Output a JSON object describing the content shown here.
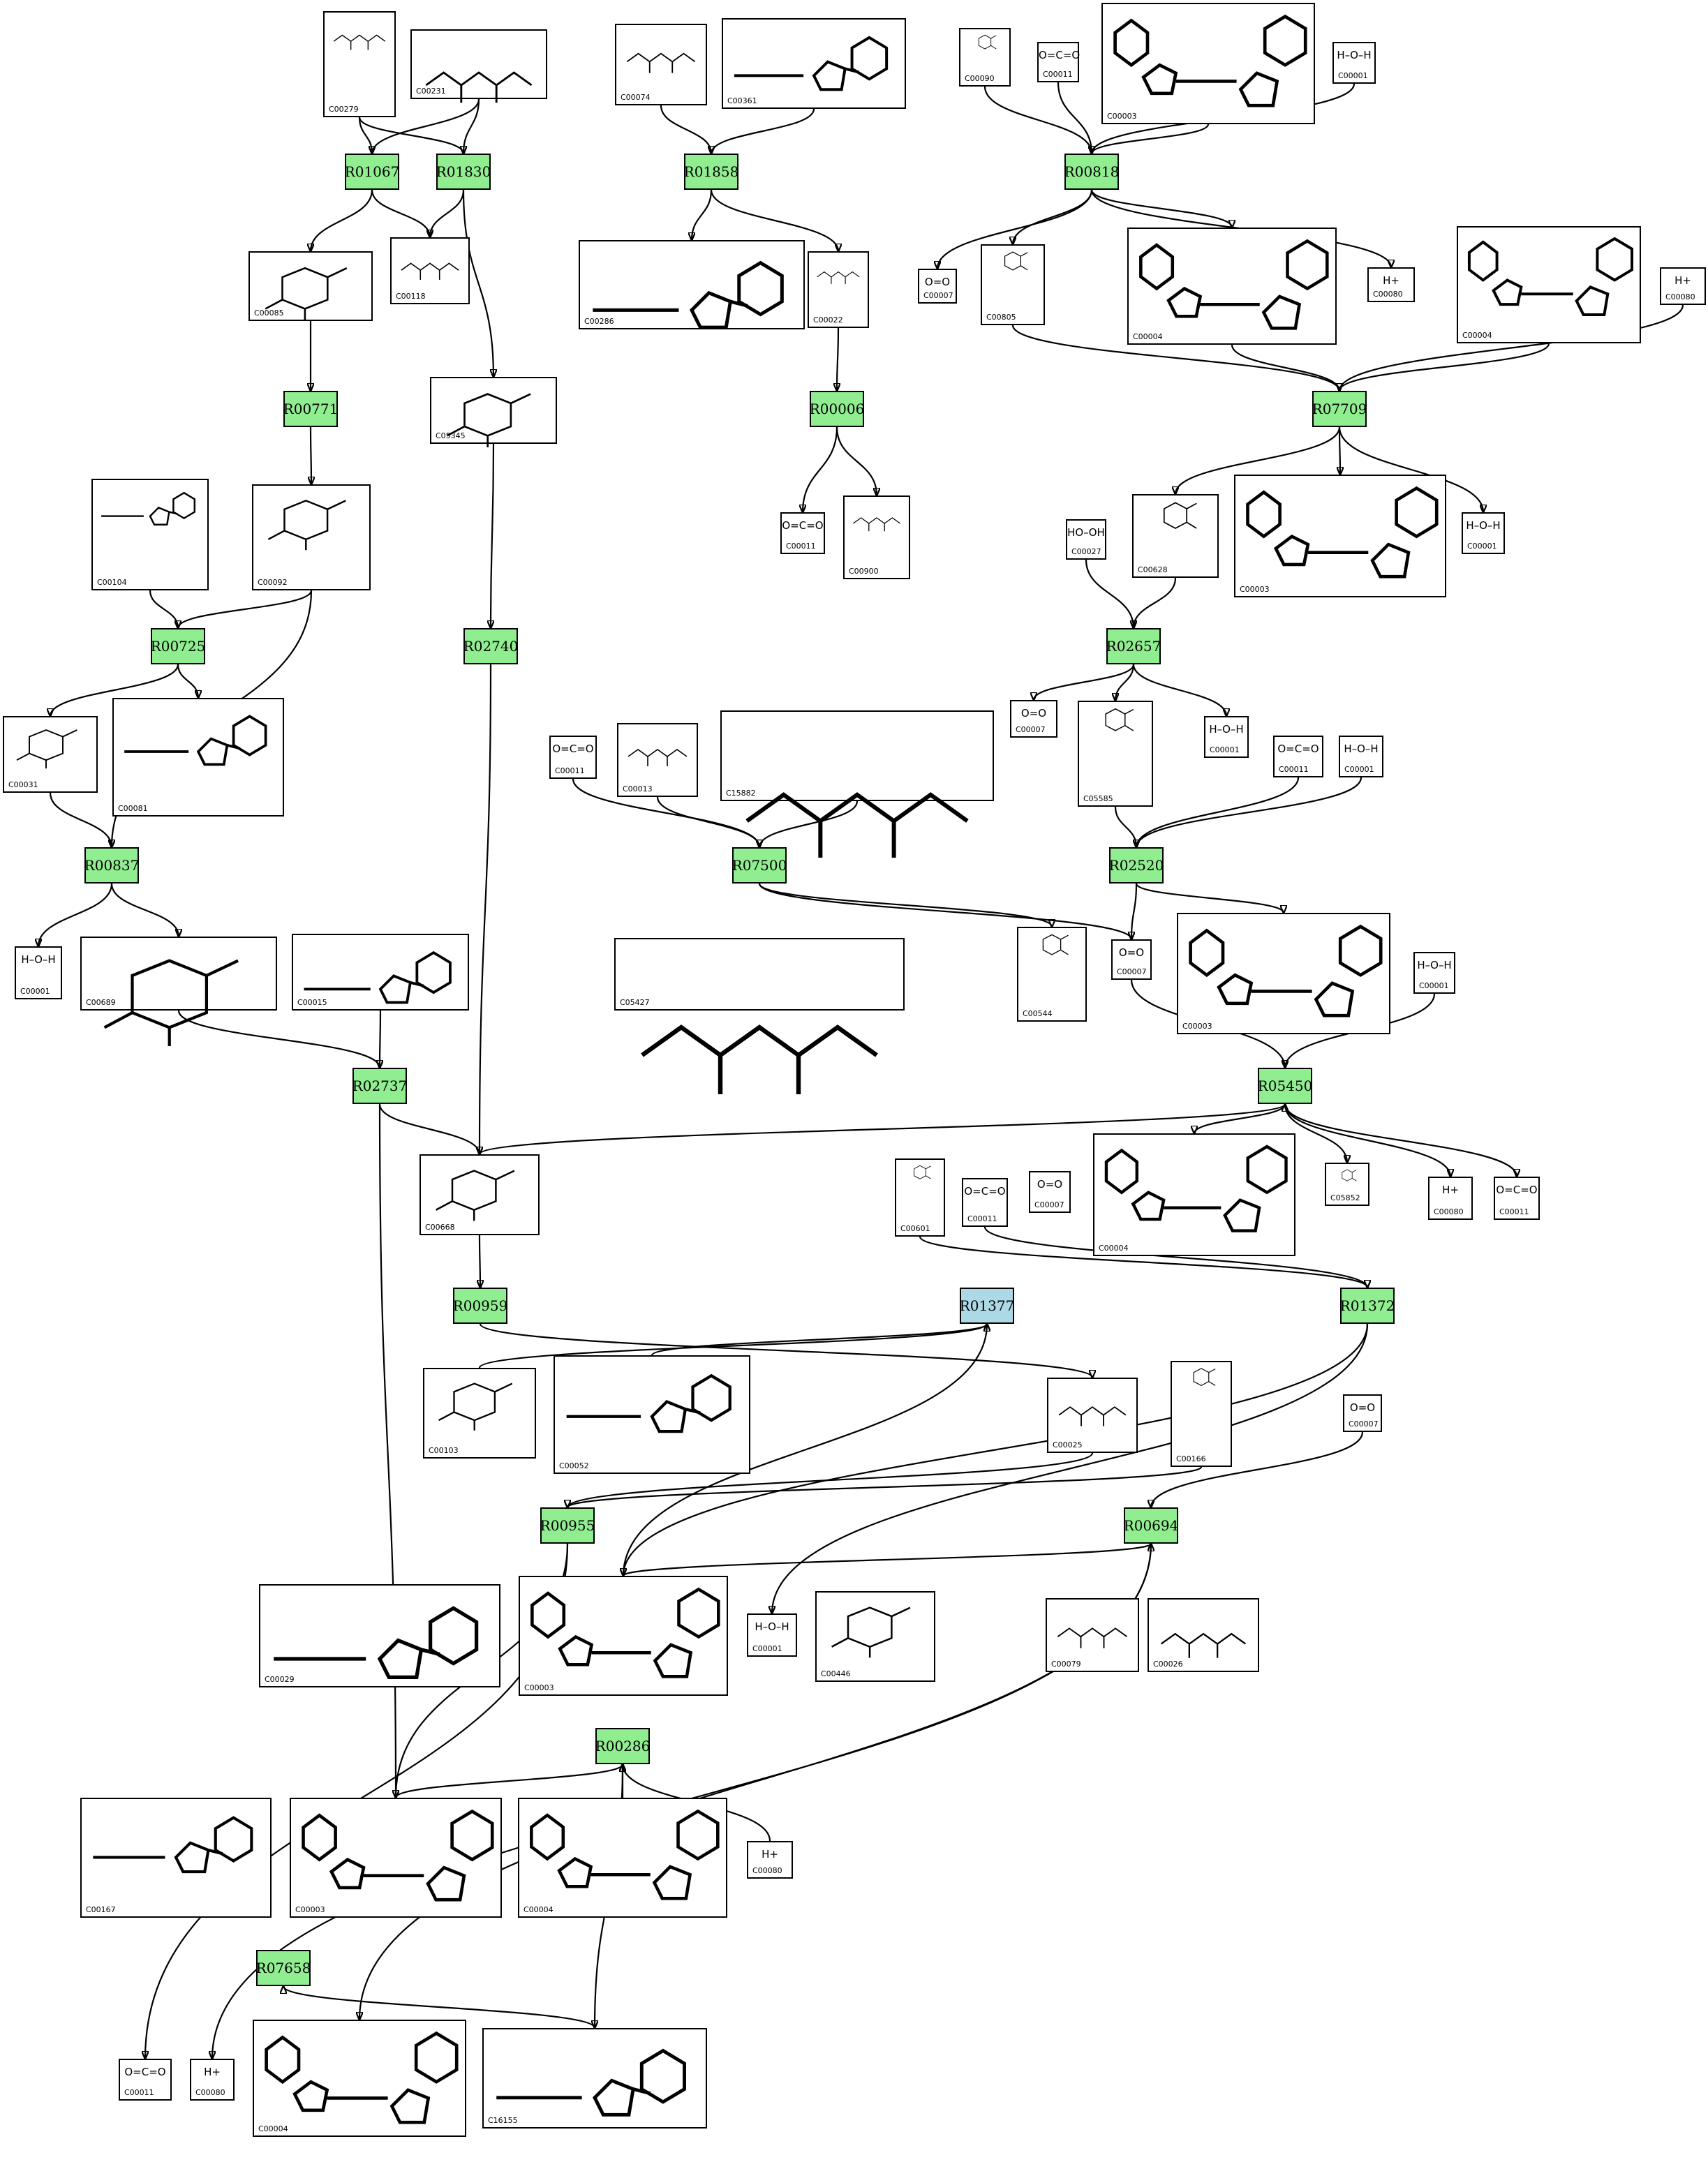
{
  "colors": {
    "reaction_fill": "#90ee90",
    "reaction_highlight": "#add8e6",
    "stroke": "#000000"
  },
  "reactions": [
    {
      "id": "R01067"
    },
    {
      "id": "R01830"
    },
    {
      "id": "R01858"
    },
    {
      "id": "R00818"
    },
    {
      "id": "R00771"
    },
    {
      "id": "R00006"
    },
    {
      "id": "R07709"
    },
    {
      "id": "R00725"
    },
    {
      "id": "R02740"
    },
    {
      "id": "R02657"
    },
    {
      "id": "R00837"
    },
    {
      "id": "R07500"
    },
    {
      "id": "R02520"
    },
    {
      "id": "R02737"
    },
    {
      "id": "R05450"
    },
    {
      "id": "R00959"
    },
    {
      "id": "R01377"
    },
    {
      "id": "R01372"
    },
    {
      "id": "R00955"
    },
    {
      "id": "R00694"
    },
    {
      "id": "R00286"
    },
    {
      "id": "R07658"
    }
  ],
  "compounds": [
    {
      "id": "C00279"
    },
    {
      "id": "C00231"
    },
    {
      "id": "C00074"
    },
    {
      "id": "C00361"
    },
    {
      "id": "C00090"
    },
    {
      "id": "C00011",
      "formula": "O=C=O"
    },
    {
      "id": "C00003"
    },
    {
      "id": "C00001",
      "formula": "H–O–H"
    },
    {
      "id": "C00085"
    },
    {
      "id": "C00118"
    },
    {
      "id": "C00286"
    },
    {
      "id": "C00022"
    },
    {
      "id": "C00805"
    },
    {
      "id": "C00007",
      "formula": "O=O"
    },
    {
      "id": "C00004"
    },
    {
      "id": "C00080",
      "formula": "H+"
    },
    {
      "id": "C05345"
    },
    {
      "id": "C00092"
    },
    {
      "id": "C00104"
    },
    {
      "id": "C00900"
    },
    {
      "id": "C00628"
    },
    {
      "id": "C00027",
      "formula": "HO–OH"
    },
    {
      "id": "C00081"
    },
    {
      "id": "C00031"
    },
    {
      "id": "C05585"
    },
    {
      "id": "C00013"
    },
    {
      "id": "C15882"
    },
    {
      "id": "C00689"
    },
    {
      "id": "C00015"
    },
    {
      "id": "C05427"
    },
    {
      "id": "C00544"
    },
    {
      "id": "C00668"
    },
    {
      "id": "C00601"
    },
    {
      "id": "C05852"
    },
    {
      "id": "C00103"
    },
    {
      "id": "C00052"
    },
    {
      "id": "C00025"
    },
    {
      "id": "C00166"
    },
    {
      "id": "C00029"
    },
    {
      "id": "C00446"
    },
    {
      "id": "C00079"
    },
    {
      "id": "C00026"
    },
    {
      "id": "C00167"
    },
    {
      "id": "C16155"
    }
  ]
}
